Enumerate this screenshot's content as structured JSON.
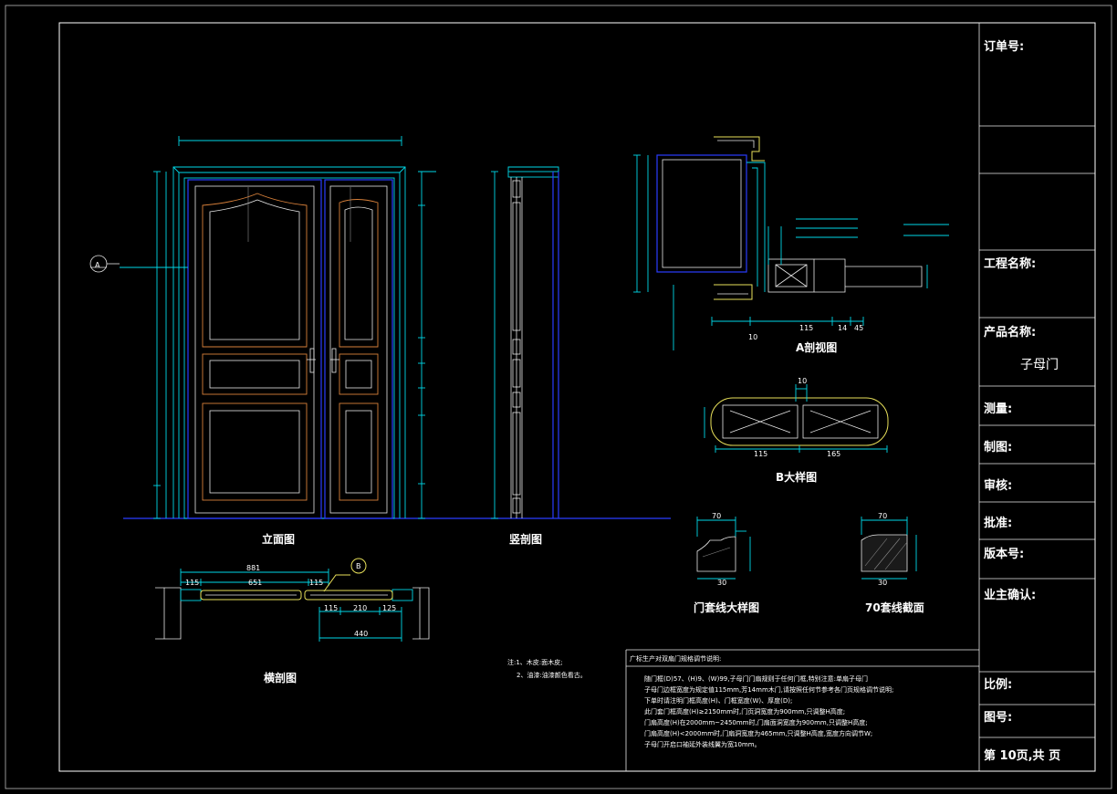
{
  "title_block": {
    "order_no_label": "订单号:",
    "project_name_label": "工程名称:",
    "product_name_label": "产品名称:",
    "product_name_value": "子母门",
    "measure_label": "测量:",
    "drawing_label": "制图:",
    "review_label": "审核:",
    "approve_label": "批准:",
    "version_label": "版本号:",
    "owner_confirm_label": "业主确认:",
    "scale_label": "比例:",
    "drawing_no_label": "图号:",
    "page_label": "第 10页,共   页"
  },
  "captions": {
    "elevation": "立面图",
    "vertical_section": "竖剖图",
    "horizontal_section": "横剖图",
    "detail_a": "A剖视图",
    "detail_b": "B大样图",
    "casing_detail": "门套线大样图",
    "line_70": "70套线截面"
  },
  "dimensions": {
    "e_115_a": "115",
    "e_881": "881",
    "e_651": "651",
    "e_115_b": "115",
    "e_115_c": "115",
    "e_210": "210",
    "e_125": "125",
    "e_440": "440",
    "d_115_a": "115",
    "d_14": "14",
    "d_45": "45",
    "d_10_a": "10",
    "d_10_b": "10",
    "d_115_b": "115",
    "d_165": "165",
    "d_70_a": "70",
    "d_30_a": "30",
    "d_70_b": "70",
    "d_30_b": "30"
  },
  "markers": {
    "section_a": "A",
    "detail_b": "B"
  },
  "notes": {
    "material_line1": "注:1、木皮:面木皮;",
    "material_line2": "2、油漆:油漆颜色看古。",
    "spec_title": "广标生产对双扇门规格调节说明:",
    "spec_line1": "随门框(D)57、(H)9、(W)99,子母门门扇规则于任何门框,特别注意:单扇子母门",
    "spec_line2": "子母门边框宽度为规定值115mm,芳14mm木门,请按照任何节参考各门页规格调节说明;",
    "spec_line3": "下单时请注明门框高度(H)、门框宽度(W)、厚度(D);",
    "spec_line4": "此门套门框高度(H)≥2150mm时,门页洞宽度为900mm,只调整H高度;",
    "spec_line5": "门扇高度(H)在2000mm~2450mm时,门扇面洞宽度为900mm,只调整H高度;",
    "spec_line6": "门扇高度(H)<2000mm时,门扇洞宽度为465mm,只调整H高度,宽度方向调节W;",
    "spec_line7": "子母门开启口袖延外装线翼为宽10mm。"
  },
  "colors": {
    "background": "#000000",
    "cyan": "#00d8e8",
    "blue": "#2a3cff",
    "orange": "#d8803a",
    "yellow": "#e8e05a",
    "white": "#ffffff"
  }
}
